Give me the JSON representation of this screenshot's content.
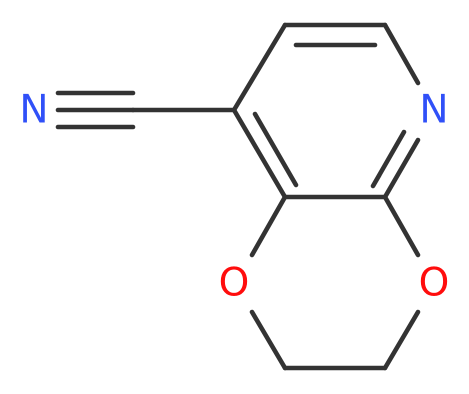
{
  "molecule": {
    "atoms": {
      "nitrile_n": {
        "symbol": "N",
        "color": "#3050F8"
      },
      "pyridine_n": {
        "symbol": "N",
        "color": "#3050F8"
      },
      "oxygen_left": {
        "symbol": "O",
        "color": "#FF0D0D"
      },
      "oxygen_right": {
        "symbol": "O",
        "color": "#FF0D0D"
      }
    },
    "bond_color": "#333333"
  }
}
